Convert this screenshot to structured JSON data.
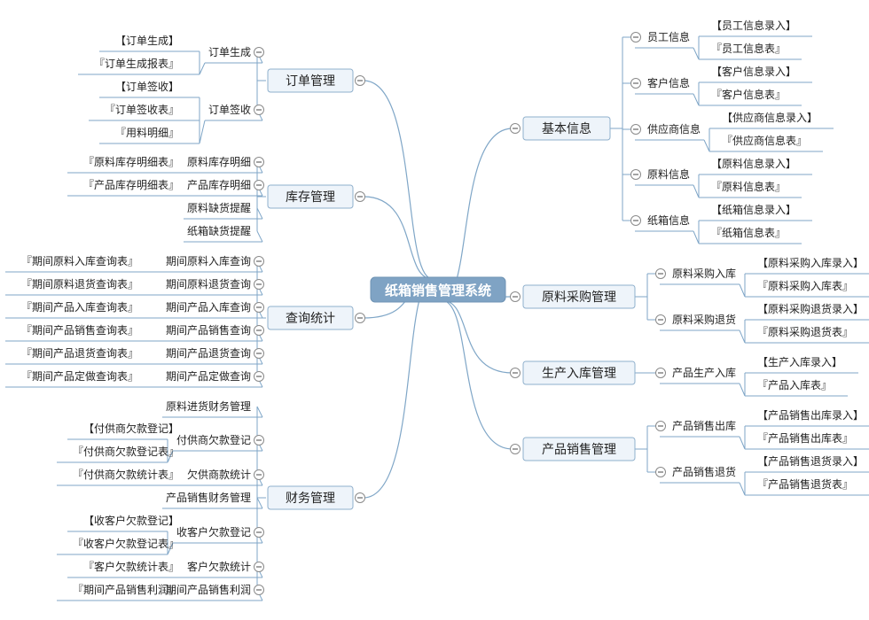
{
  "colors": {
    "connector": "#7fa6c7",
    "box_fill": "#eef4fa",
    "box_stroke": "#8fb0cc",
    "root_fill": "#7fa3c4",
    "text": "#222222"
  },
  "root": {
    "label": "纸箱销售管理系统"
  },
  "branches": [
    {
      "key": "order",
      "label": "订单管理",
      "side": "left",
      "children": [
        {
          "key": "order_gen",
          "label": "订单生成",
          "leaves": [
            "【订单生成】",
            "『订单生成报表』"
          ]
        },
        {
          "key": "order_sign",
          "label": "订单签收",
          "leaves": [
            "【订单签收】",
            "『订单签收表』",
            "『用料明细』"
          ]
        }
      ]
    },
    {
      "key": "stock",
      "label": "库存管理",
      "side": "left",
      "children": [
        {
          "key": "raw_stock",
          "label": "原料库存明细",
          "leaves": [
            "『原料库存明细表』"
          ]
        },
        {
          "key": "prod_stock",
          "label": "产品库存明细",
          "leaves": [
            "『产品库存明细表』"
          ]
        },
        {
          "key": "raw_short",
          "label": "原料缺货提醒",
          "leaves": []
        },
        {
          "key": "box_short",
          "label": "纸箱缺货提醒",
          "leaves": []
        }
      ]
    },
    {
      "key": "query",
      "label": "查询统计",
      "side": "left",
      "children": [
        {
          "key": "q1",
          "label": "期间原料入库查询",
          "leaves": [
            "『期间原料入库查询表』"
          ]
        },
        {
          "key": "q2",
          "label": "期间原料退货查询",
          "leaves": [
            "『期间原料退货查询表』"
          ]
        },
        {
          "key": "q3",
          "label": "期间产品入库查询",
          "leaves": [
            "『期间产品入库查询表』"
          ]
        },
        {
          "key": "q4",
          "label": "期间产品销售查询",
          "leaves": [
            "『期间产品销售查询表』"
          ]
        },
        {
          "key": "q5",
          "label": "期间产品退货查询",
          "leaves": [
            "『期间产品退货查询表』"
          ]
        },
        {
          "key": "q6",
          "label": "期间产品定做查询",
          "leaves": [
            "『期间产品定做查询表』"
          ]
        }
      ]
    },
    {
      "key": "finance",
      "label": "财务管理",
      "side": "left",
      "children": [
        {
          "key": "f1",
          "label": "原料进货财务管理",
          "leaves": []
        },
        {
          "key": "f2",
          "label": "付供商欠款登记",
          "leaves": [
            "【付供商欠款登记】",
            "『付供商欠款登记表』"
          ]
        },
        {
          "key": "f3",
          "label": "欠供商款统计",
          "leaves": [
            "『付供商欠款统计表』"
          ]
        },
        {
          "key": "f4",
          "label": "产品销售财务管理",
          "leaves": []
        },
        {
          "key": "f5",
          "label": "收客户欠款登记",
          "leaves": [
            "【收客户欠款登记】",
            "『收客户欠款登记表』"
          ]
        },
        {
          "key": "f6",
          "label": "客户欠款统计",
          "leaves": [
            "『客户欠款统计表』"
          ]
        },
        {
          "key": "f7",
          "label": "期间产品销售利润",
          "leaves": [
            "『期间产品销售利润』"
          ]
        }
      ]
    },
    {
      "key": "basic",
      "label": "基本信息",
      "side": "right",
      "children": [
        {
          "key": "staff",
          "label": "员工信息",
          "leaves": [
            "【员工信息录入】",
            "『员工信息表』"
          ]
        },
        {
          "key": "cust",
          "label": "客户信息",
          "leaves": [
            "【客户信息录入】",
            "『客户信息表』"
          ]
        },
        {
          "key": "supp",
          "label": "供应商信息",
          "leaves": [
            "【供应商信息录入】",
            "『供应商信息表』"
          ]
        },
        {
          "key": "raw",
          "label": "原料信息",
          "leaves": [
            "【原料信息录入】",
            "『原料信息表』"
          ]
        },
        {
          "key": "box",
          "label": "纸箱信息",
          "leaves": [
            "【纸箱信息录入】",
            "『纸箱信息表』"
          ]
        }
      ]
    },
    {
      "key": "purchase",
      "label": "原料采购管理",
      "side": "right",
      "children": [
        {
          "key": "p_in",
          "label": "原料采购入库",
          "leaves": [
            "【原料采购入库录入】",
            "『原料采购入库表』"
          ]
        },
        {
          "key": "p_ret",
          "label": "原料采购退货",
          "leaves": [
            "【原料采购退货录入】",
            "『原料采购退货表』"
          ]
        }
      ]
    },
    {
      "key": "production",
      "label": "生产入库管理",
      "side": "right",
      "children": [
        {
          "key": "prod_in",
          "label": "产品生产入库",
          "leaves": [
            "【生产入库录入】",
            "『产品入库表』"
          ]
        }
      ]
    },
    {
      "key": "sales",
      "label": "产品销售管理",
      "side": "right",
      "children": [
        {
          "key": "s_out",
          "label": "产品销售出库",
          "leaves": [
            "【产品销售出库录入】",
            "『产品销售出库表』"
          ]
        },
        {
          "key": "s_ret",
          "label": "产品销售退货",
          "leaves": [
            "【产品销售退货录入】",
            "『产品销售退货表』"
          ]
        }
      ]
    }
  ]
}
